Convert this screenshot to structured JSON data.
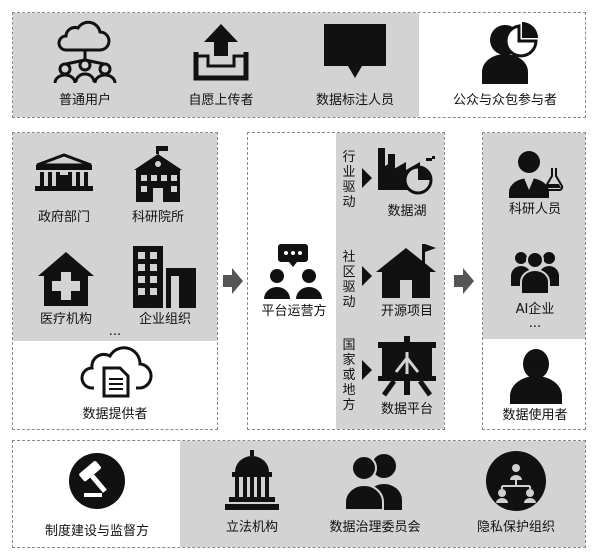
{
  "top_row": {
    "ordinary_users": "普通用户",
    "volunteer_uploaders": "自愿上传者",
    "data_annotators": "数据标注人员",
    "crowd_participants": "公众与众包参与者"
  },
  "providers": {
    "government": "政府部门",
    "research_institutes": "科研院所",
    "medical_institutions": "医疗机构",
    "enterprise": "企业组织",
    "ellipsis": "...",
    "group_label": "数据提供者"
  },
  "platform": {
    "operator": "平台运营方",
    "industry_driven": "行业驱动",
    "data_lake": "数据湖",
    "community_driven": "社区驱动",
    "open_source": "开源项目",
    "state_driven": "国家或地方",
    "data_platform": "数据平台"
  },
  "users": {
    "researchers": "科研人员",
    "ai_companies": "AI企业",
    "ellipsis": "...",
    "group_label": "数据使用者"
  },
  "governance": {
    "regulator": "制度建设与监督方",
    "legislature": "立法机构",
    "committee": "数据治理委员会",
    "privacy_org": "隐私保护组织"
  }
}
